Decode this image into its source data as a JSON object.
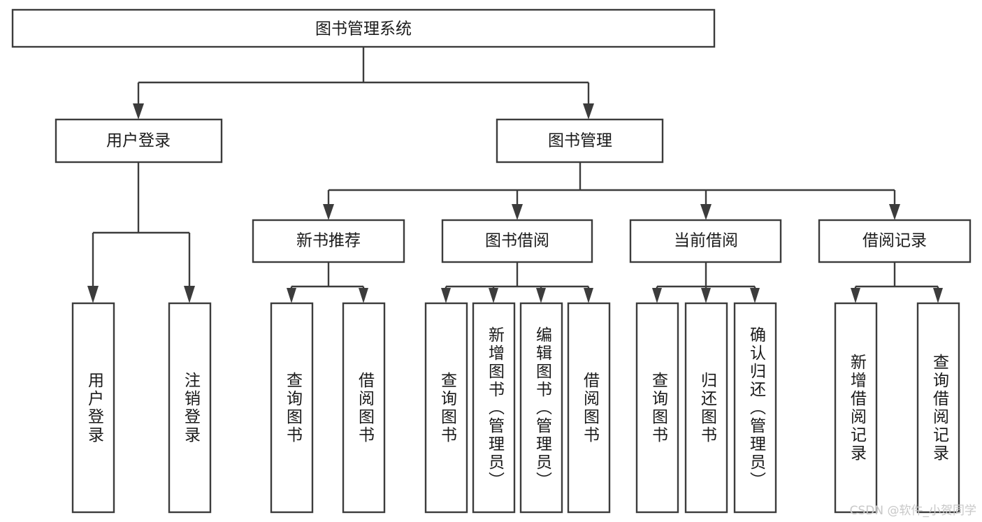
{
  "diagram": {
    "title": "图书管理系统",
    "watermark": "CSDN @软件_小贺同学",
    "colors": {
      "stroke": "#3c3c3c",
      "fill": "#ffffff",
      "text": "#1a1a1a",
      "watermark": "#c8c8c8"
    },
    "levels": {
      "root": {
        "label": "图书管理系统"
      },
      "level2": [
        {
          "label": "用户登录"
        },
        {
          "label": "图书管理"
        }
      ],
      "level3": [
        {
          "label": "新书推荐"
        },
        {
          "label": "图书借阅"
        },
        {
          "label": "当前借阅"
        },
        {
          "label": "借阅记录"
        }
      ],
      "leaves": {
        "user_login": [
          {
            "label": "用户登录"
          },
          {
            "label": "注销登录"
          }
        ],
        "new_book_recommend": [
          {
            "label": "查询图书"
          },
          {
            "label": "借阅图书"
          }
        ],
        "book_borrow": [
          {
            "label": "查询图书"
          },
          {
            "label": "新增图书（管理员）"
          },
          {
            "label": "编辑图书（管理员）"
          },
          {
            "label": "借阅图书"
          }
        ],
        "current_borrow": [
          {
            "label": "查询图书"
          },
          {
            "label": "归还图书"
          },
          {
            "label": "确认归还（管理员）"
          }
        ],
        "borrow_record": [
          {
            "label": "新增借阅记录"
          },
          {
            "label": "查询借阅记录"
          }
        ]
      }
    }
  }
}
